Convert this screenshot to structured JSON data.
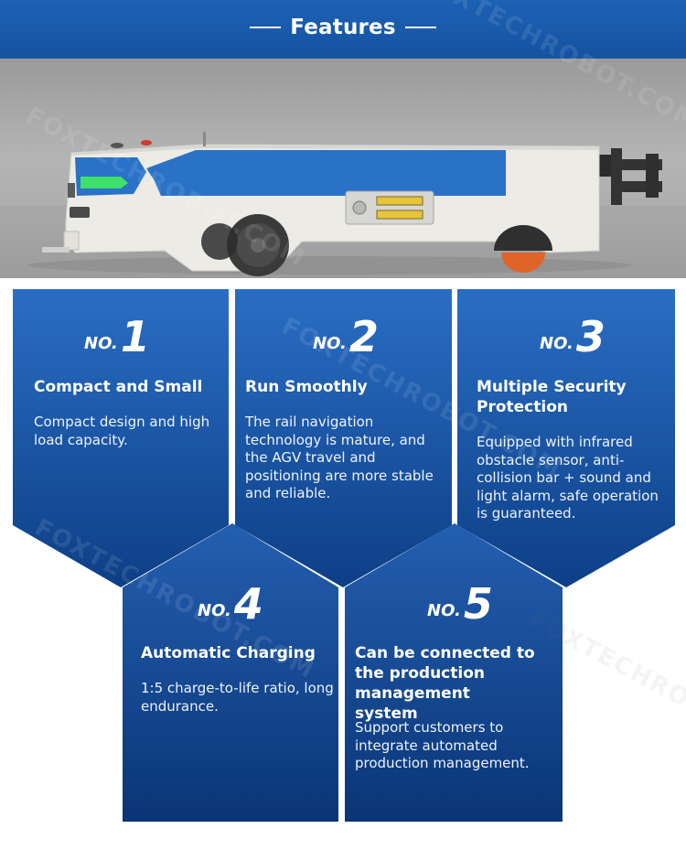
{
  "header": {
    "title": "Features"
  },
  "watermark": "FOXTECHROBOT.COM",
  "colors": {
    "banner": "#1553a1",
    "panel_top": "#2a6ec4",
    "panel_bottom": "#0d3f86",
    "agv_blue": "#2a72c8",
    "agv_body": "#ecebe6",
    "agv_green": "#3ee06a"
  },
  "features": [
    {
      "prefix": "NO.",
      "number": "1",
      "title": "Compact and Small",
      "desc": "Compact design and high load capacity."
    },
    {
      "prefix": "NO.",
      "number": "2",
      "title": "Run Smoothly",
      "desc": "The rail navigation technology is mature, and the AGV travel and positioning are more stable and reliable."
    },
    {
      "prefix": "NO.",
      "number": "3",
      "title": "Multiple Security Protection",
      "desc": "Equipped with infrared obstacle sensor, anti-collision bar + sound and light alarm, safe operation is guaranteed."
    },
    {
      "prefix": "NO.",
      "number": "4",
      "title": "Automatic Charging",
      "desc": "1:5 charge-to-life ratio, long endurance."
    },
    {
      "prefix": "NO.",
      "number": "5",
      "title": "Can be connected to the production management system",
      "desc": "Support customers to integrate automated production management."
    }
  ]
}
